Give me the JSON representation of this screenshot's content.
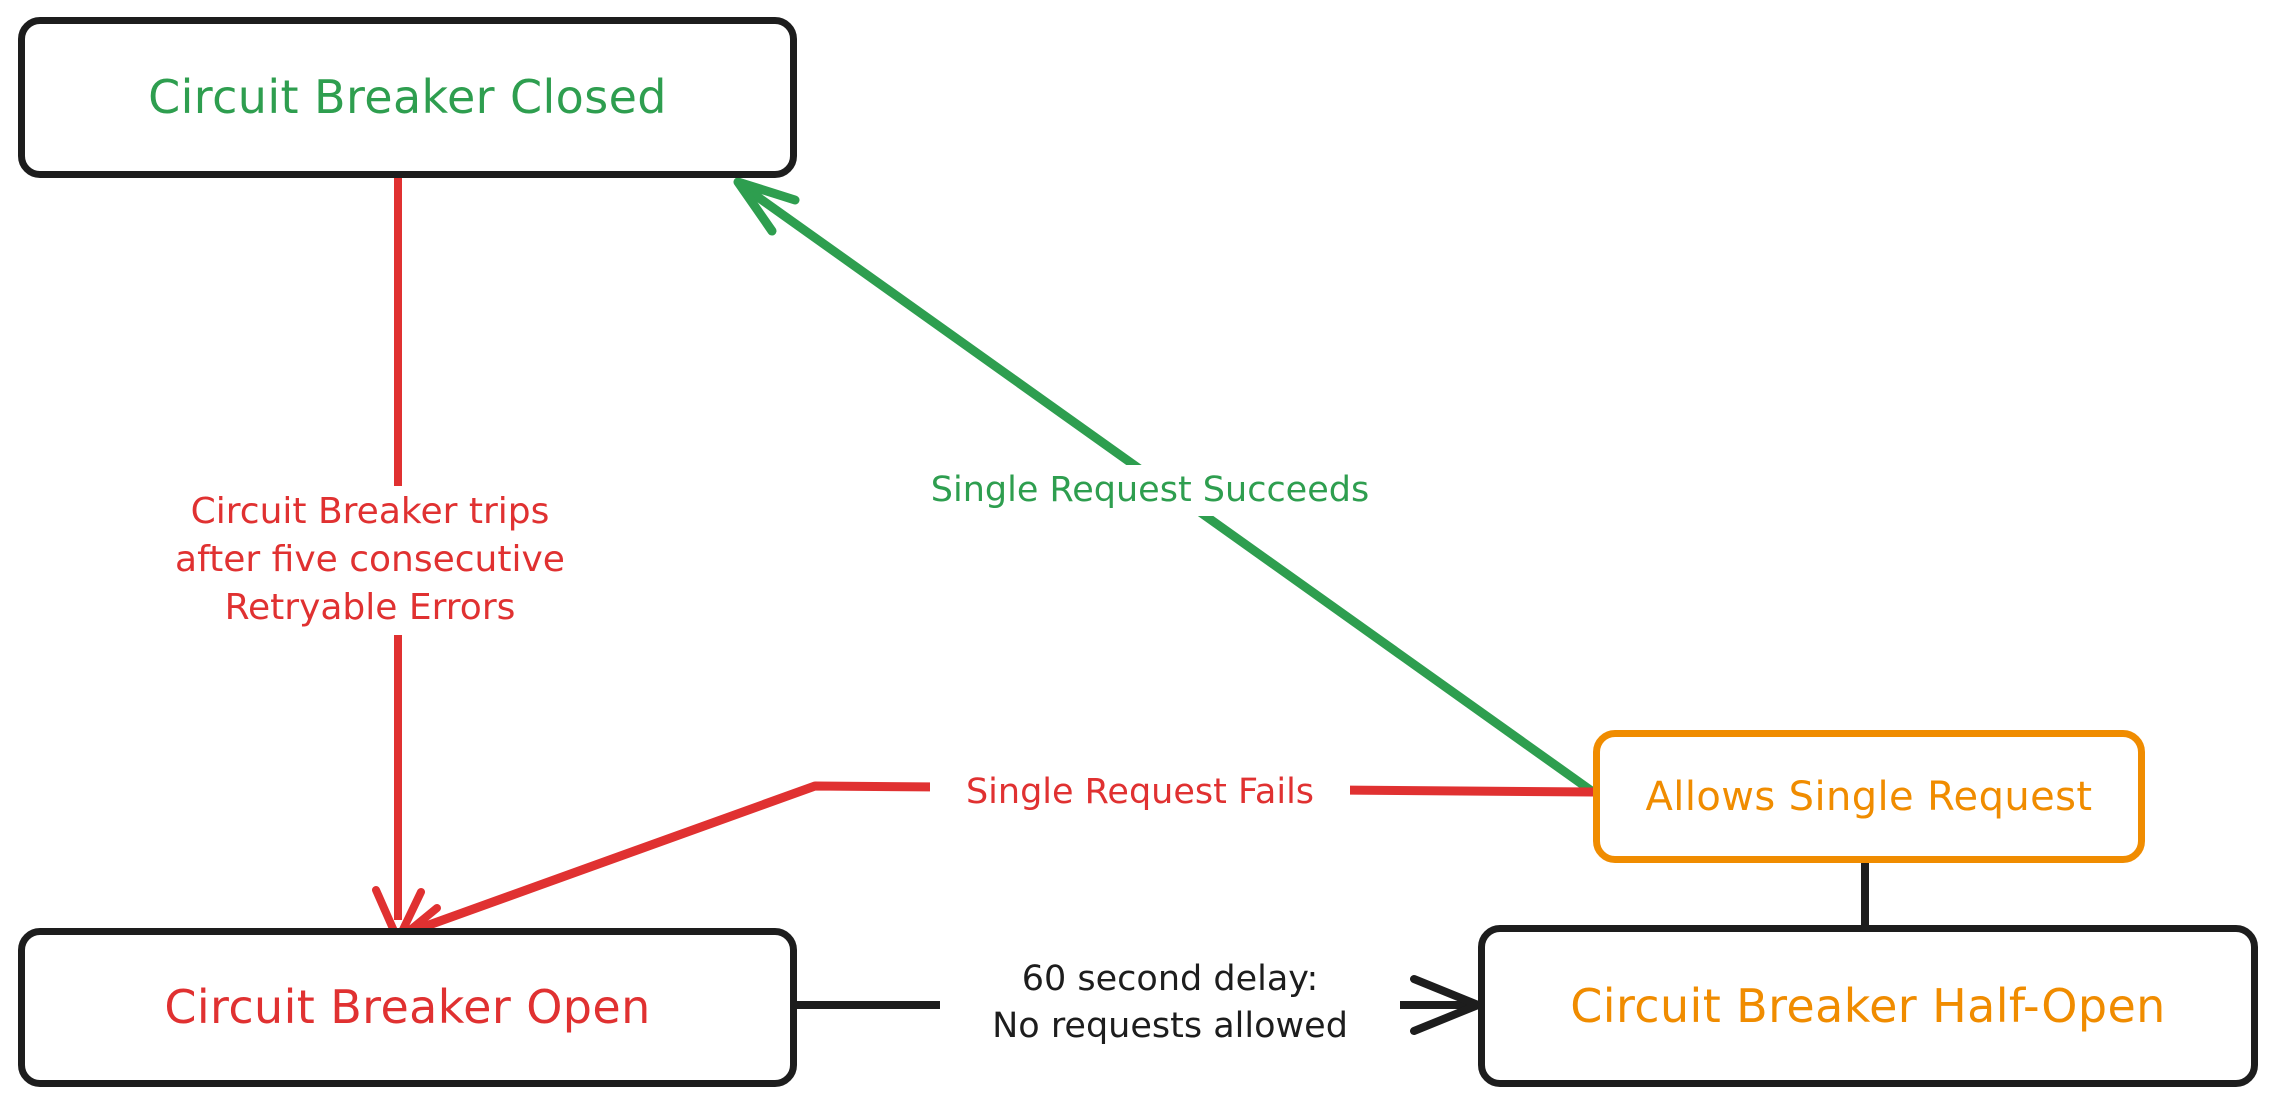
{
  "diagram": {
    "type": "state-diagram",
    "title": "Circuit Breaker State Diagram",
    "background": "#ffffff",
    "colors": {
      "green": "#2E9E4F",
      "red": "#E03131",
      "orange": "#F08C00",
      "black": "#1d1d1d"
    }
  },
  "nodes": [
    {
      "id": "closed",
      "label": "Circuit Breaker Closed",
      "text_color": "#2E9E4F",
      "border_color": "#1d1d1d"
    },
    {
      "id": "open",
      "label": "Circuit Breaker Open",
      "text_color": "#E03131",
      "border_color": "#1d1d1d"
    },
    {
      "id": "half_open",
      "label": "Circuit Breaker Half-Open",
      "text_color": "#F08C00",
      "border_color": "#1d1d1d"
    },
    {
      "id": "allows_single_request",
      "label": "Allows Single Request",
      "text_color": "#F08C00",
      "border_color": "#F08C00"
    }
  ],
  "edges": [
    {
      "id": "closed-to-open",
      "from": "closed",
      "to": "open",
      "color": "#E03131",
      "label": "Circuit Breaker trips\nafter five consecutive\nRetryable Errors"
    },
    {
      "id": "allows-to-closed",
      "from": "allows_single_request",
      "to": "closed",
      "color": "#2E9E4F",
      "label": "Single Request Succeeds"
    },
    {
      "id": "allows-to-open",
      "from": "allows_single_request",
      "to": "open",
      "color": "#E03131",
      "label": "Single Request Fails"
    },
    {
      "id": "open-to-halfopen",
      "from": "open",
      "to": "half_open",
      "color": "#1d1d1d",
      "label": "60 second delay:\nNo requests allowed"
    },
    {
      "id": "halfopen-to-allows",
      "from": "half_open",
      "to": "allows_single_request",
      "color": "#1d1d1d",
      "label": ""
    }
  ]
}
